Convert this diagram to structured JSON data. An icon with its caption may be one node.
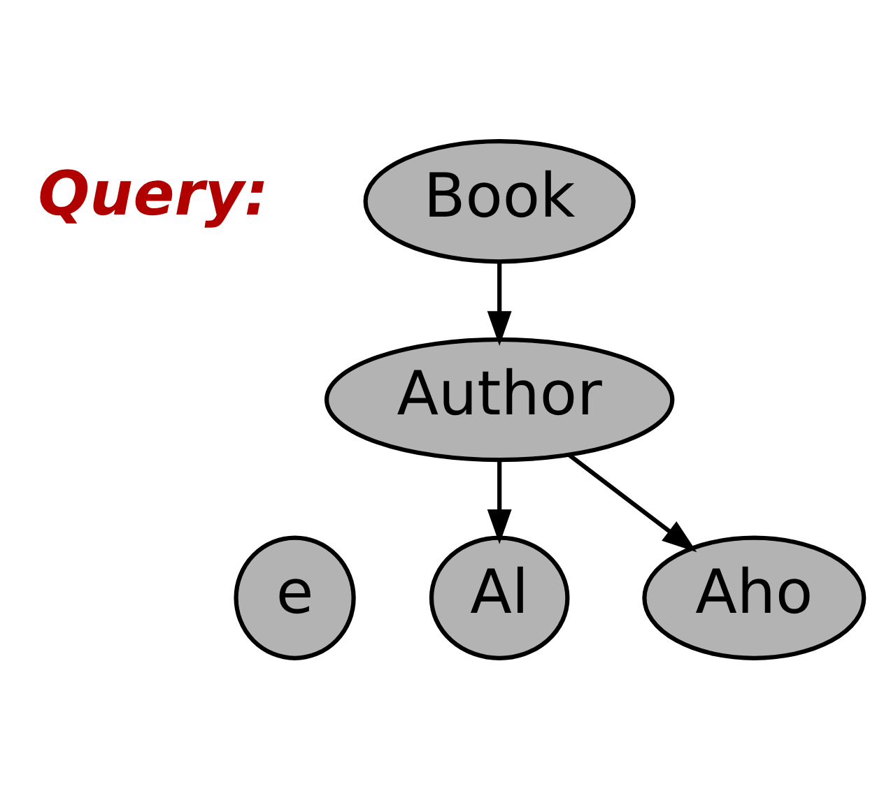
{
  "diagram": {
    "nodes": [
      {
        "text": [
          "Book"
        ]
      },
      {
        "text": [
          "Author"
        ]
      },
      {
        "text": [
          "e"
        ]
      },
      {
        "text": [
          "Al"
        ]
      },
      {
        "text": [
          "Aho"
        ]
      }
    ],
    "edges": [
      {
        "from": 0,
        "to": 1,
        "arrow": "to"
      },
      {
        "from": 1,
        "to": 3,
        "arrow": "to"
      },
      {
        "from": 1,
        "to": 4,
        "arrow": "to"
      }
    ],
    "labels": [
      "Query:"
    ]
  }
}
